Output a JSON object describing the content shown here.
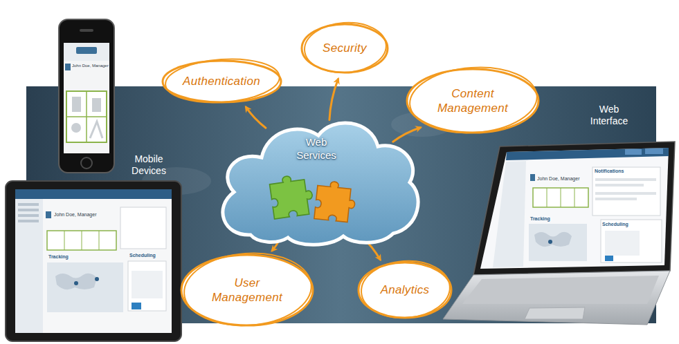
{
  "diagram": {
    "nodes": [
      {
        "text": [
          "Security"
        ]
      },
      {
        "text": [
          "Authentication"
        ]
      },
      {
        "text": [
          "Content Management"
        ]
      },
      {
        "text": [
          "Web Services"
        ]
      },
      {
        "text": [
          "User Management"
        ]
      },
      {
        "text": [
          "Analytics"
        ]
      }
    ],
    "edges": [
      {
        "from": 3,
        "to": 0,
        "arrow": "to"
      },
      {
        "from": 3,
        "to": 1,
        "arrow": "to"
      },
      {
        "from": 3,
        "to": 2,
        "arrow": "to"
      },
      {
        "from": 3,
        "to": 4,
        "arrow": "to"
      },
      {
        "from": 3,
        "to": 5,
        "arrow": "to"
      }
    ],
    "labels": [
      "Mobile Devices",
      "Web Interface",
      "John Doe, Manager",
      "John Doe, Manager",
      "Tracking",
      "Scheduling",
      "John Doe, Manager",
      "Notifications",
      "Tracking",
      "Scheduling"
    ]
  }
}
